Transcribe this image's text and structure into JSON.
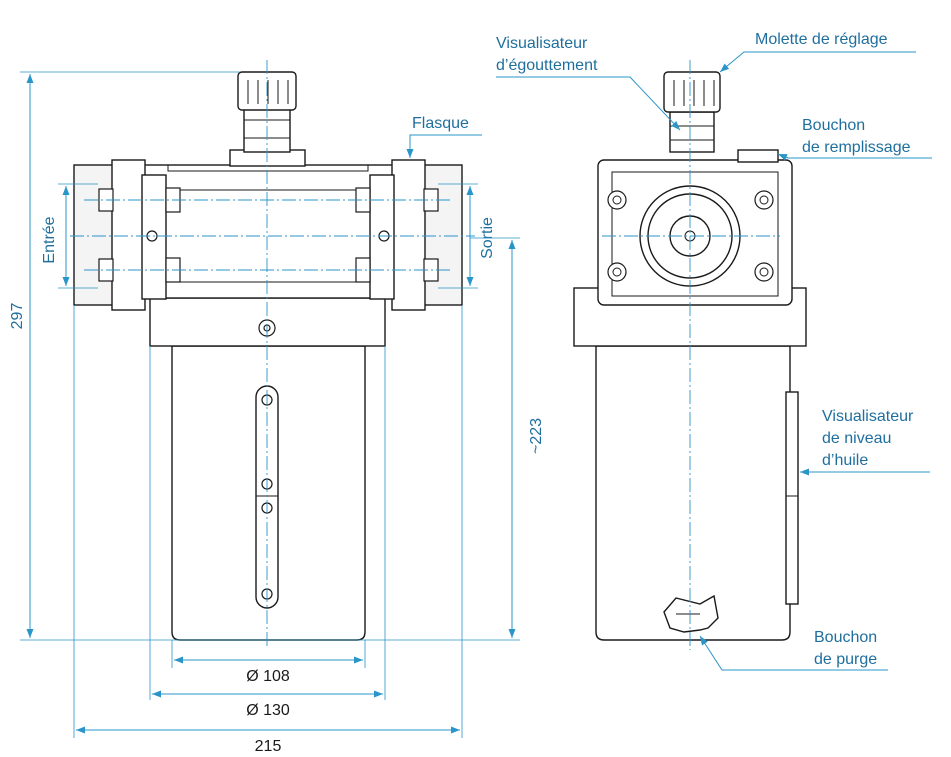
{
  "labels": {
    "flasque": "Flasque",
    "entree": "Entrée",
    "sortie": "Sortie",
    "visualisateur_egouttement_1": "Visualisateur",
    "visualisateur_egouttement_2": "d’égouttement",
    "molette": "Molette de réglage",
    "bouchon_remplissage_1": "Bouchon",
    "bouchon_remplissage_2": "de remplissage",
    "visualisateur_niveau_1": "Visualisateur",
    "visualisateur_niveau_2": "de niveau",
    "visualisateur_niveau_3": "d’huile",
    "bouchon_purge_1": "Bouchon",
    "bouchon_purge_2": "de purge"
  },
  "dimensions": {
    "height_total": "297",
    "height_bowl": "~223",
    "diameter_108": "Ø 108",
    "diameter_130": "Ø 130",
    "width_215": "215"
  },
  "colors": {
    "dimension": "#2a95c8",
    "label": "#1f6f9e",
    "outline": "#1a1a1a"
  }
}
